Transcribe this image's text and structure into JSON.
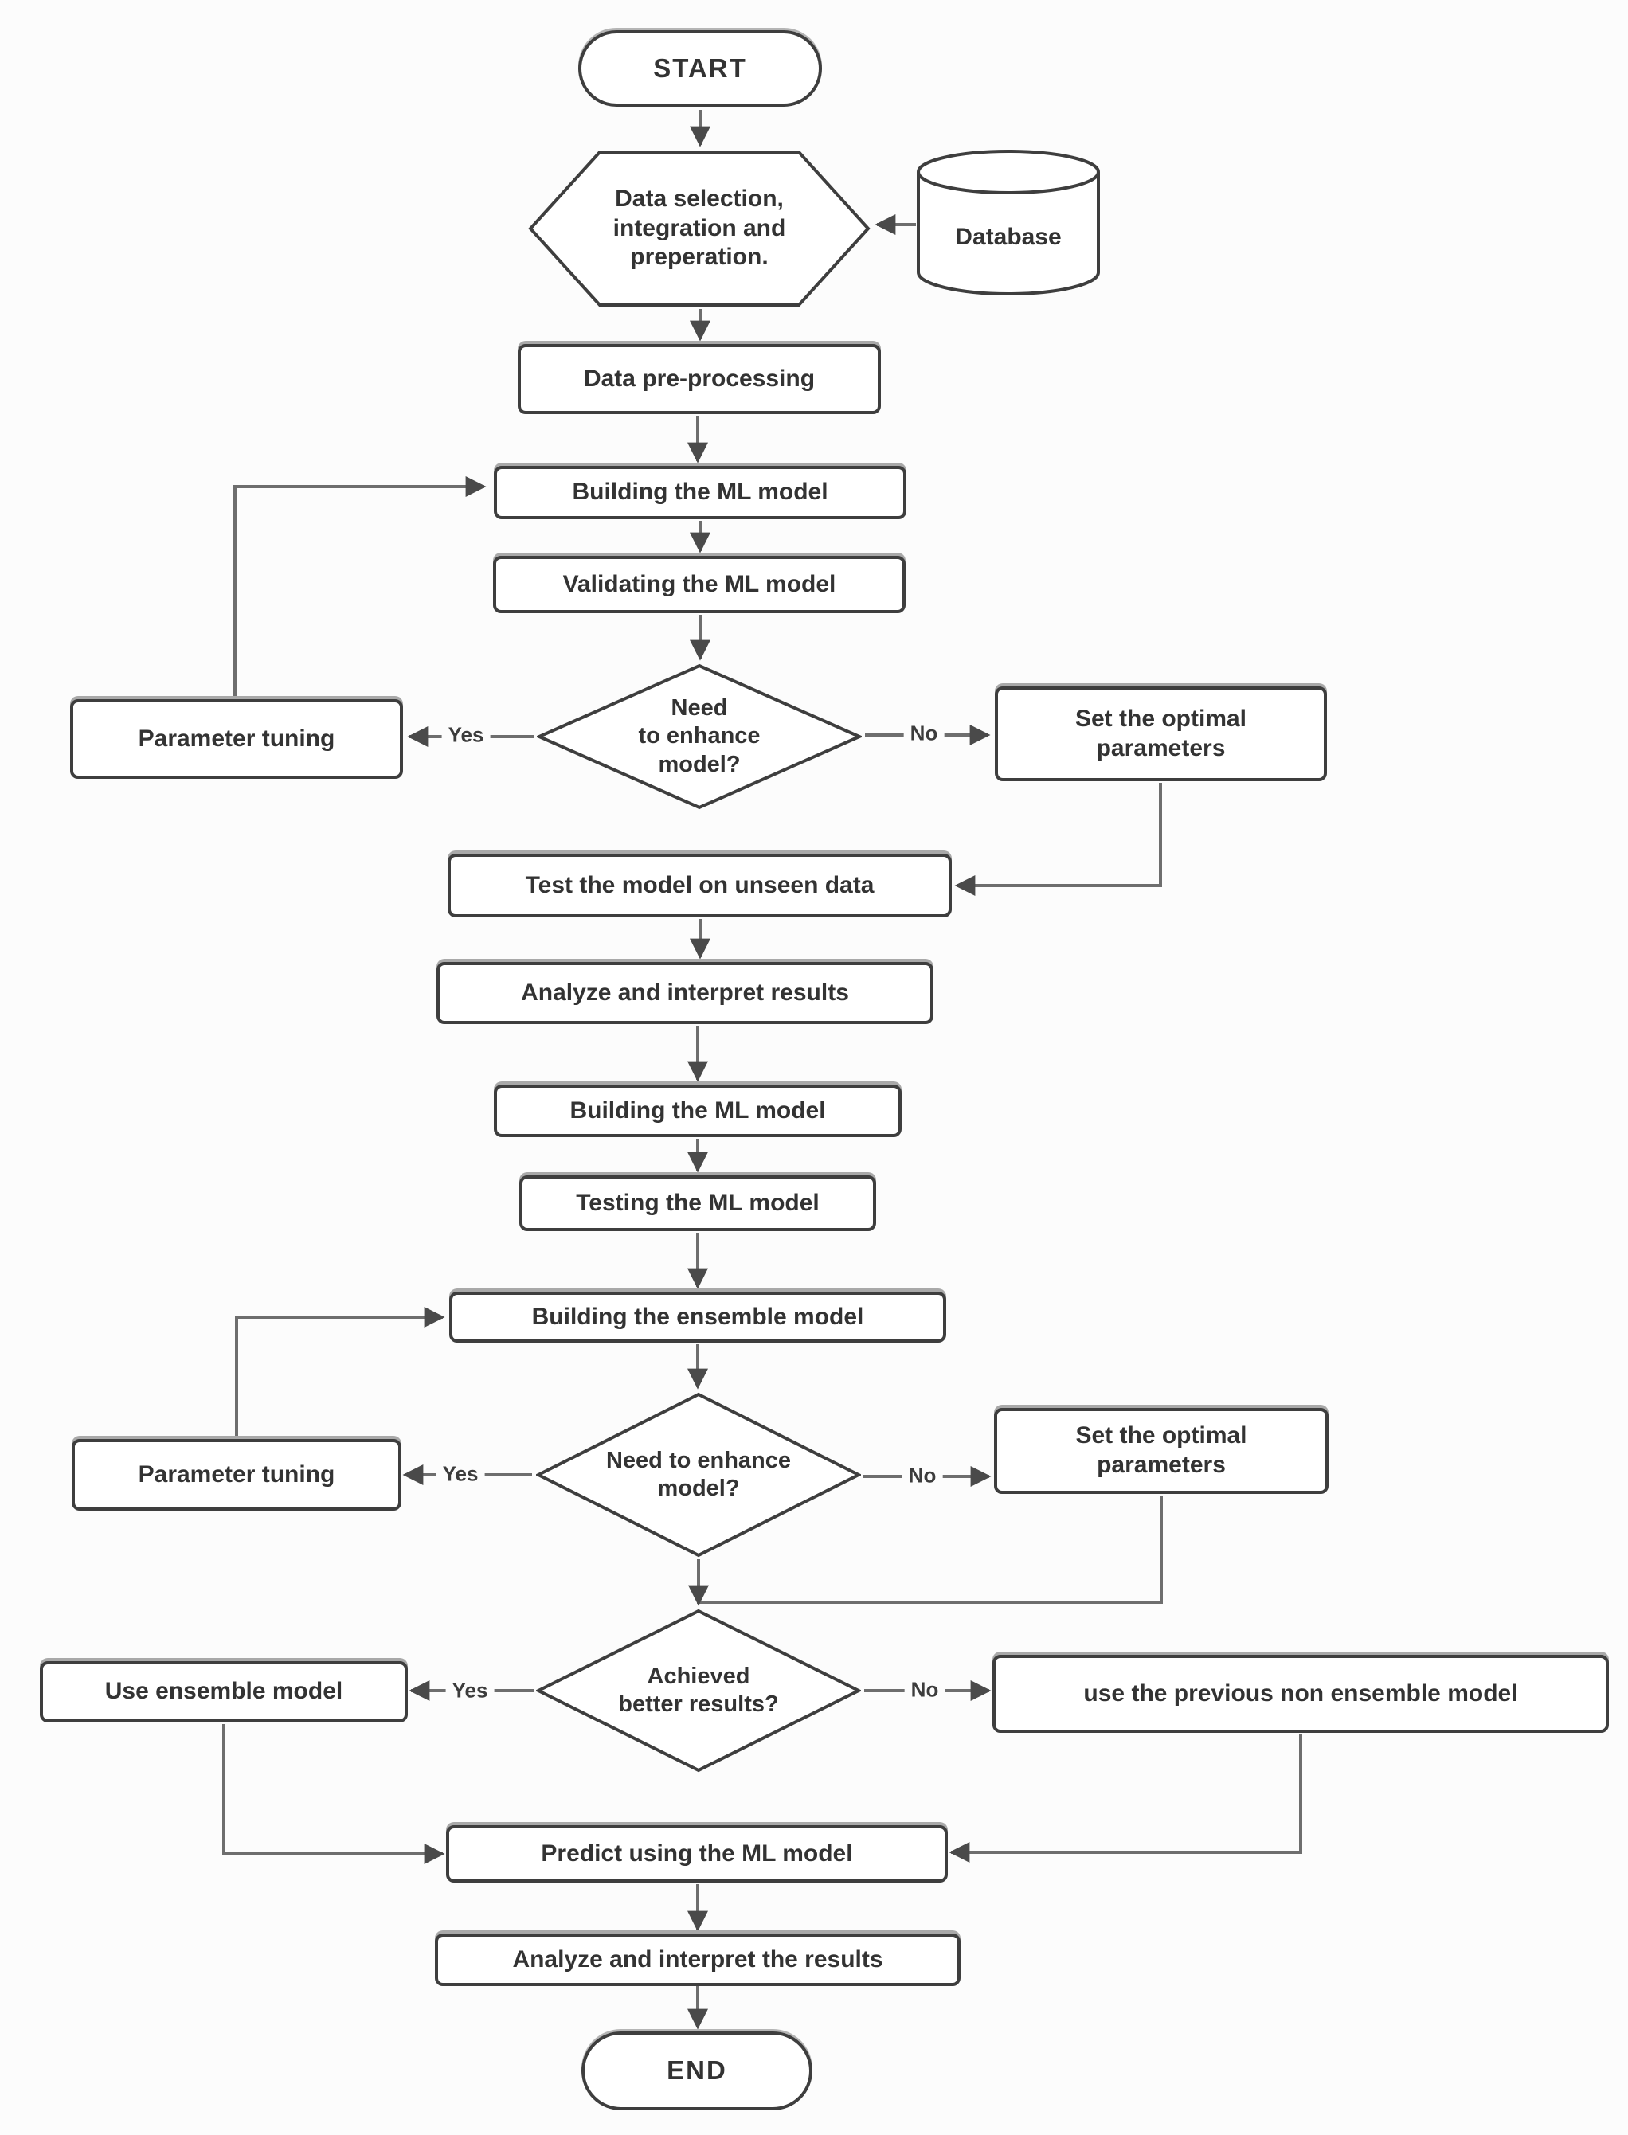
{
  "colors": {
    "background": "#fcfcfc",
    "node_fill": "#ffffff",
    "node_border": "#3e3e3e",
    "text": "#333333",
    "connector": "#6e6e6e",
    "arrowhead": "#4a4a4a"
  },
  "edge_labels": {
    "yes": "Yes",
    "no": "No"
  },
  "nodes": {
    "start": {
      "label": "START"
    },
    "data_selection": {
      "lines": [
        "Data selection,",
        "integration and",
        "preperation."
      ]
    },
    "database": {
      "label": "Database"
    },
    "data_preprocessing": {
      "label": "Data pre-processing"
    },
    "building_ml_1": {
      "label": "Building the ML model"
    },
    "validating_ml": {
      "label": "Validating the ML model"
    },
    "parameter_tuning_1": {
      "label": "Parameter tuning"
    },
    "need_enhance_1": {
      "lines": [
        "Need",
        "to enhance",
        "model?"
      ]
    },
    "set_optimal_1": {
      "lines": [
        "Set the optimal",
        "parameters"
      ]
    },
    "test_unseen": {
      "label": "Test the model on unseen data"
    },
    "analyze_results_1": {
      "label": "Analyze and interpret results"
    },
    "building_ml_2": {
      "label": "Building the ML model"
    },
    "testing_ml": {
      "label": "Testing the ML model"
    },
    "building_ensemble": {
      "label": "Building the ensemble model"
    },
    "parameter_tuning_2": {
      "label": "Parameter tuning"
    },
    "need_enhance_2": {
      "lines": [
        "Need to enhance",
        "model?"
      ]
    },
    "set_optimal_2": {
      "lines": [
        "Set the optimal",
        "parameters"
      ]
    },
    "achieved_better": {
      "lines": [
        "Achieved",
        "better results?"
      ]
    },
    "use_ensemble": {
      "label": "Use ensemble model"
    },
    "use_previous": {
      "label": "use the previous non ensemble model"
    },
    "predict": {
      "label": "Predict using the ML model"
    },
    "analyze_results_2": {
      "label": "Analyze and interpret the results"
    },
    "end": {
      "label": "END"
    }
  }
}
